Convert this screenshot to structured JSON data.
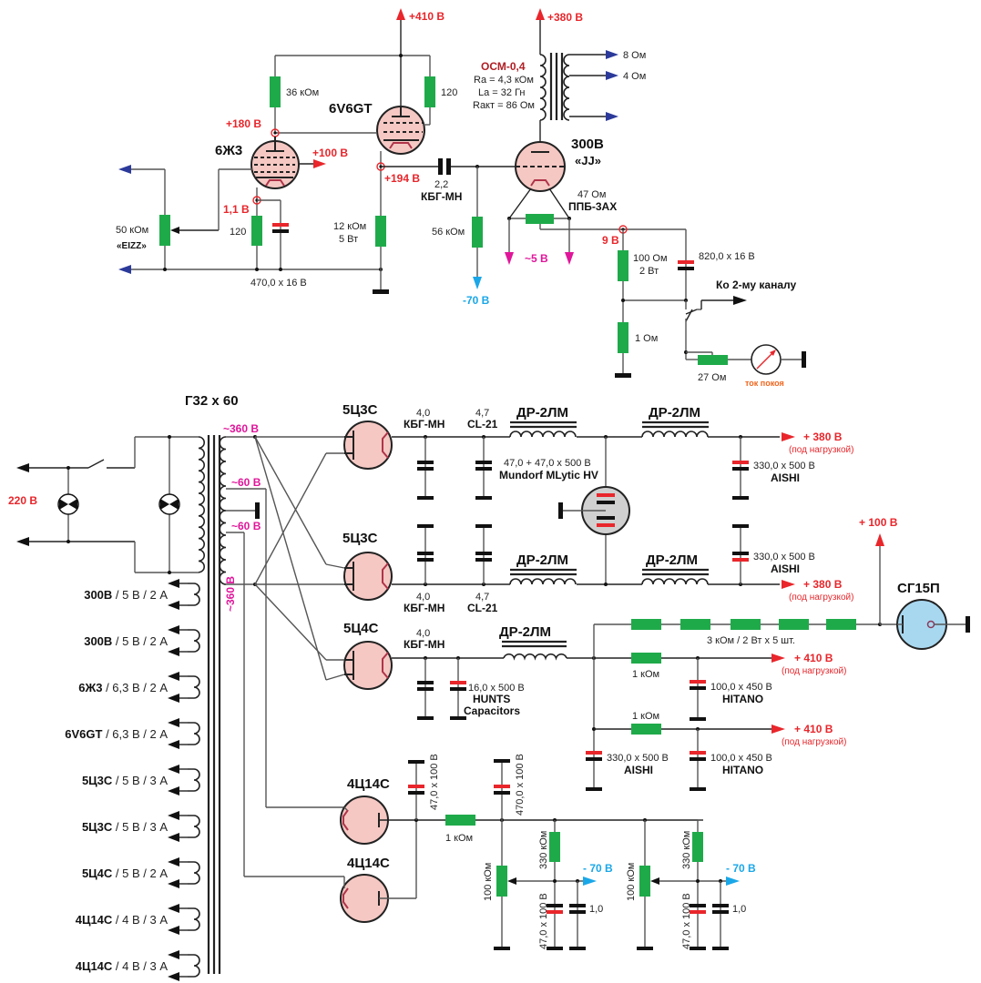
{
  "title": "Tube amplifier schematic (300B SE) with power supply",
  "colors": {
    "resistor": "#1faa4a",
    "capacitor_plus": "#e8262b",
    "voltage_positive": "#e8262b",
    "voltage_negative": "#1aa7e8",
    "voltage_ac": "#e0169a",
    "tube_fill": "#f5c8c3",
    "stabilizer_fill": "#a8d8f0",
    "output_arrow": "#2b3a9a"
  },
  "amplifier": {
    "supply_410": "+410 В",
    "supply_380": "+380 В",
    "tube1": {
      "name": "6Ж3",
      "anode_v": "+180 В",
      "screen_v": "+100 В",
      "cathode_v": "1,1 В"
    },
    "tube2": {
      "name": "6V6GT",
      "cathode_v": "+194 В"
    },
    "tube3": {
      "name": "300В",
      "brand": "«JJ»"
    },
    "volume_pot": {
      "value": "50 кОм",
      "brand": "«EIZZ»"
    },
    "r_anode1": "36 кОм",
    "r_anode2": "120",
    "r_cathode1": "120",
    "c_cathode1": "470,0 x 16 В",
    "r_cathode2": {
      "value": "12 кОм",
      "power": "5 Вт"
    },
    "coupling_cap": {
      "value": "2,2",
      "type": "КБГ-МН"
    },
    "grid_res": "56 кОм",
    "bias_v": "-70 В",
    "hum_pot": {
      "value": "47 Ом",
      "type": "ППБ-3АХ"
    },
    "filament_v": "~5 В",
    "cathode3_v": "9 В",
    "r_cathode3": {
      "value": "100 Ом",
      "power": "2 Вт"
    },
    "c_cathode3": "820,0 x 16 В",
    "r_shunt": "1 Ом",
    "to_channel2": "Ко 2-му каналу",
    "r_meter": "27 Ом",
    "meter_label": "ток покоя",
    "output_transformer": {
      "name": "ОСМ-0,4",
      "ra": "Ra = 4,3 кОм",
      "la": "La = 32 Гн",
      "ract": "Rакт = 86 Ом",
      "taps": [
        "8 Ом",
        "4 Ом"
      ]
    }
  },
  "power_supply": {
    "transformer": "Г32 x 60",
    "mains": "220 В",
    "sec_360_top": "~360 В",
    "sec_60a": "~60 В",
    "sec_60b": "~60 В",
    "sec_360_bottom": "~360 В",
    "filaments": [
      {
        "tube": "300В",
        "spec": " / 5 В / 2 А"
      },
      {
        "tube": "300В",
        "spec": " / 5 В / 2 А"
      },
      {
        "tube": "6Ж3",
        "spec": " / 6,3 В / 2 А"
      },
      {
        "tube": "6V6GT",
        "spec": " / 6,3 В / 2 А"
      },
      {
        "tube": "5Ц3С",
        "spec": " / 5 В / 3 А"
      },
      {
        "tube": "5Ц3С",
        "spec": " / 5 В / 3 А"
      },
      {
        "tube": "5Ц4С",
        "spec": " / 5 В / 2 А"
      },
      {
        "tube": "4Ц14С",
        "spec": " / 4 В / 3 А"
      },
      {
        "tube": "4Ц14С",
        "spec": " / 4 В / 3 А"
      }
    ],
    "rect1": "5Ц3С",
    "rect2": "5Ц3С",
    "rect3": "5Ц4С",
    "rect4": "4Ц14С",
    "rect5": "4Ц14С",
    "c_kbg_value": "4,0",
    "c_kbg_type": "КБГ-МН",
    "c_cl_value": "4,7",
    "c_cl_type": "CL-21",
    "choke": "ДР-2ЛМ",
    "mundorf_value": "47,0 + 47,0 x 500 В",
    "mundorf_type": "Mundorf MLytic HV",
    "aishi_value": "330,0 x 500 В",
    "aishi_type": "AISHI",
    "out_380": "+ 380 В",
    "under_load": "(под нагрузкой)",
    "out_100": "+ 100 В",
    "stabilizer": "СГ15П",
    "r_chain": "3 кОм / 2 Вт  x 5 шт.",
    "hunts_value": "16,0 x 500 В",
    "hunts_type1": "HUNTS",
    "hunts_type2": "Capacitors",
    "r_1k": "1 кОм",
    "out_410": "+ 410 В",
    "hitano_value": "100,0 x 450 В",
    "hitano_type": "HITANO",
    "neg_c1": "47,0 x 100 В",
    "neg_c2": "470,0 x 100 В",
    "neg_r330": "330 кОм",
    "neg_pot": "100 кОм",
    "neg_c47": "47,0 x 100 В",
    "neg_c1u": "1,0",
    "out_neg70": "- 70 В"
  }
}
